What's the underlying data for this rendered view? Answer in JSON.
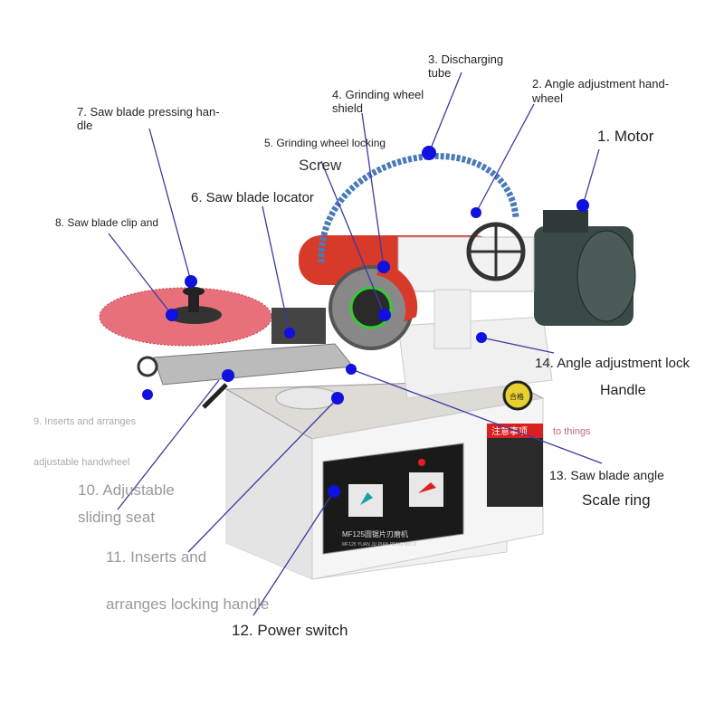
{
  "labels": {
    "motor": "1. Motor",
    "angle_handwheel_1": "2. Angle adjustment hand-",
    "angle_handwheel_2": "wheel",
    "discharging_1": "3. Discharging",
    "discharging_2": "tube",
    "shield_1": "4. Grinding wheel",
    "shield_2": "shield",
    "locking_1": "5. Grinding wheel locking",
    "locking_2": "Screw",
    "locator": "6. Saw blade locator",
    "pressing_1": "7. Saw blade pressing han-",
    "pressing_2": "dle",
    "clip": "8. Saw blade clip and",
    "inserts9": "9. Inserts and arranges",
    "adjustable_faint": "adjustable handwheel",
    "seat_1": "10. Adjustable",
    "seat_2": "sliding seat",
    "inserts11_1": "11. Inserts and",
    "inserts11_2": "arranges locking handle",
    "power": "12. Power switch",
    "scale_1": "13. Saw blade angle",
    "scale_2": "Scale ring",
    "lock_1": "14. Angle adjustment lock",
    "lock_2": "Handle",
    "to_things": "to things"
  },
  "machine": {
    "model_plate": "MF125圆锯片刃磨机",
    "model_pinyin": "MF125 YUAN JU PIAN RENG MO JI",
    "notice_title": "注意事项",
    "badge": "合格"
  },
  "colors": {
    "marker": "#1010e0",
    "leader": "#3a3aa0",
    "blade": "#e8707a",
    "shield": "#d83a2a",
    "motor": "#3a4a48"
  }
}
